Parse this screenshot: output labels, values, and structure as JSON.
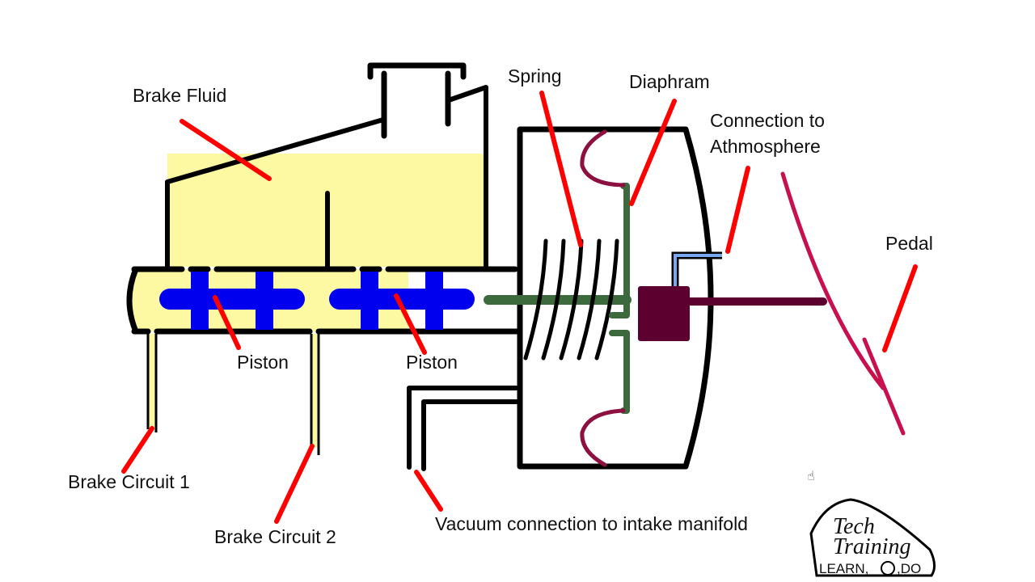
{
  "title": "Brake master cylinder and vacuum booster diagram",
  "labels": {
    "brake_fluid": "Brake Fluid",
    "spring": "Spring",
    "diaphram": "Diaphram",
    "connection_line1": "Connection to",
    "connection_line2": "Athmosphere",
    "pedal": "Pedal",
    "piston_1": "Piston",
    "piston_2": "Piston",
    "brake_circuit_1": "Brake Circuit 1",
    "brake_circuit_2": "Brake Circuit 2",
    "vacuum": "Vacuum connection to intake manifold"
  },
  "logo": {
    "line1": "Tech",
    "line2": "Training",
    "line3_left": "LEARN,",
    "line3_right": ",DO"
  },
  "colors": {
    "fluid": "#fdf9a2",
    "piston": "#0000ee",
    "pointer": "#ff0000",
    "pushrod": "#3c6a3c",
    "diaphragm_edge": "#8c1040",
    "valve": "#5c0030",
    "pedal": "#c8104c",
    "air_inlet": "#7aa8f0",
    "outline": "#000000"
  }
}
